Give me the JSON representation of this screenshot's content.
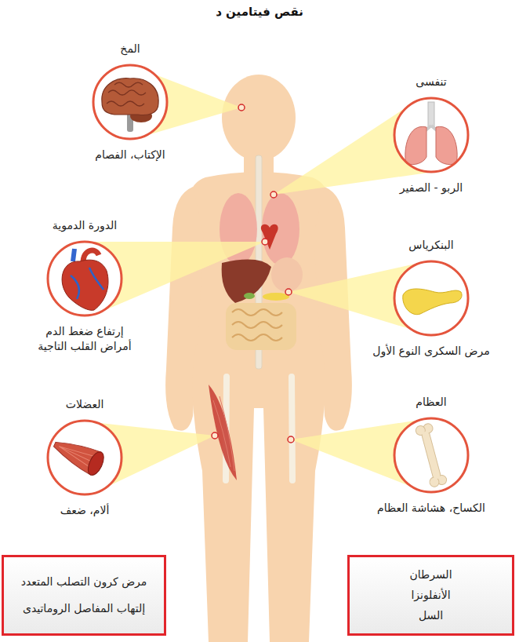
{
  "diagram": {
    "title": "نقص فيتامين د",
    "nodes": [
      {
        "text": [
          "المخ",
          "الإكتاب، الفصام"
        ]
      },
      {
        "text": [
          "تنفسى",
          "الربو - الصفير"
        ]
      },
      {
        "text": [
          "الدورة الدموية",
          "إرتفاع ضغط الدم أمراض القلب التاجية"
        ]
      },
      {
        "text": [
          "البنكرياس",
          "مرض السكرى النوع الأول"
        ]
      },
      {
        "text": [
          "العضلات",
          "ألام، ضعف"
        ]
      },
      {
        "text": [
          "العظام",
          "الكساح، هشاشة العظام"
        ]
      },
      {
        "text": [
          "مرض كرون التصلب المتعدد",
          "إلتهاب المفاصل الروماتيدى"
        ]
      },
      {
        "text": [
          "السرطان",
          "الأنفلونزا",
          "السل"
        ]
      }
    ]
  }
}
